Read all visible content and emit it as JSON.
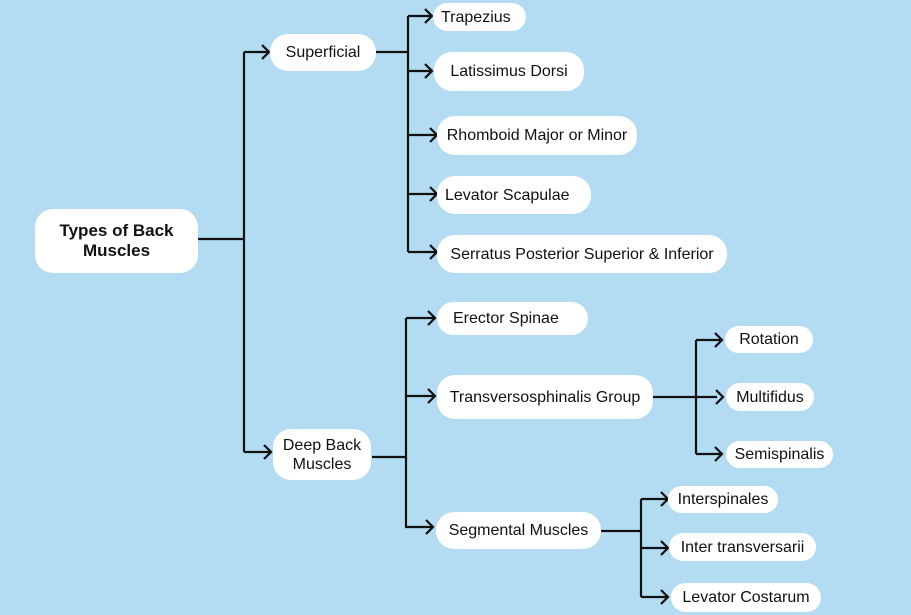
{
  "diagram": {
    "root": {
      "label": "Types of Back Muscles",
      "line1": "Types of Back",
      "line2": "Muscles"
    },
    "superficial": {
      "label": "Superficial",
      "children": [
        "Trapezius",
        "Latissimus Dorsi",
        "Rhomboid Major or Minor",
        "Levator Scapulae",
        "Serratus Posterior Superior & Inferior"
      ]
    },
    "deep": {
      "label": "Deep Back Muscles",
      "line1": "Deep Back",
      "line2": "Muscles",
      "children": [
        {
          "label": "Erector Spinae"
        },
        {
          "label": "Transversosphinalis Group",
          "children": [
            "Rotation",
            "Multifidus",
            "Semispinalis"
          ]
        },
        {
          "label": "Segmental Muscles",
          "children": [
            "Interspinales",
            "Inter transversarii",
            "Levator Costarum"
          ]
        }
      ]
    }
  },
  "colors": {
    "background": "#b3dbf2",
    "node": "#ffffff",
    "line": "#111111"
  }
}
